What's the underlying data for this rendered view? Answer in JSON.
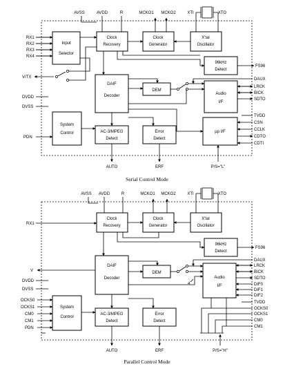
{
  "serial": {
    "caption": "Serial Control Mode",
    "top_pins": {
      "avss": "AVSS",
      "avdd": "AVDD",
      "r": "R",
      "mcko1": "MCKO1",
      "mcko2": "MCKO2",
      "xti": "XTI",
      "xto": "XTO"
    },
    "left_pins": {
      "rx1": "RX1",
      "rx2": "RX2",
      "rx3": "RX3",
      "rx4": "RX4",
      "vtx": "V/TX",
      "dvdd": "DVDD",
      "dvss": "DVSS",
      "pdn": "PDN"
    },
    "right_pins": {
      "fs96": "FS96",
      "daux": "DAUX",
      "lrck": "LRCK",
      "bick": "BICK",
      "sdto": "SDTO",
      "tvdd": "TVDD",
      "csn": "CSN",
      "cclk": "CCLK",
      "cdto": "CDTO",
      "cdti": "CDTI"
    },
    "bottom_pins": {
      "auto": "AUTO",
      "erf": "ERF",
      "ps": "P/S=\"L\""
    },
    "blocks": {
      "input_selector": [
        "Input",
        "Selector"
      ],
      "clock_recovery": [
        "Clock",
        "Recovery"
      ],
      "clock_generator": [
        "Clock",
        "Generator"
      ],
      "xtal_oscillator": [
        "X'tal",
        "Oscillator"
      ],
      "detect96": [
        "96kHz",
        "Detect"
      ],
      "daif_decoder": [
        "DAIF",
        "Decoder"
      ],
      "dem": "DEM",
      "audio_if": [
        "Audio",
        "I/F"
      ],
      "system_control": [
        "System",
        "Control"
      ],
      "ac3_detect": [
        "AC-3/MPEG",
        "Detect"
      ],
      "error_detect": [
        "Error",
        "Detect"
      ],
      "up_if": "µp I/F"
    }
  },
  "parallel": {
    "caption": "Parallel Control Mode",
    "top_pins": {
      "avss": "AVSS",
      "avdd": "AVDD",
      "r": "R",
      "mcko1": "MCKO1",
      "mcko2": "MCKO2",
      "xti": "XTI",
      "xto": "XTO"
    },
    "left_pins": {
      "rx1": "RX1",
      "v": "V",
      "dvdd": "DVDD",
      "dvss": "DVSS",
      "ocks0": "OCKS0",
      "ocks1": "OCKS1",
      "cm0": "CM0",
      "cm1": "CM1",
      "pdn": "PDN"
    },
    "right_pins": {
      "fs96": "FS96",
      "daux": "DAUX",
      "lrck": "LRCK",
      "bick": "BICK",
      "sdto": "SDTO",
      "dif0": "DIF0",
      "dif1": "DIF1",
      "dif2": "DIF2",
      "tvdd": "TVDD",
      "ocks0": "OCKS0",
      "ocks1": "OCKS1",
      "cm0": "CM0",
      "cm1": "CM1"
    },
    "bus_width": "4",
    "bottom_pins": {
      "auto": "AUTO",
      "erf": "ERF",
      "ps": "P/S=\"H\""
    },
    "blocks": {
      "clock_recovery": [
        "Clock",
        "Recovery"
      ],
      "clock_generator": [
        "Clock",
        "Generator"
      ],
      "xtal_oscillator": [
        "X'tal",
        "Oscillator"
      ],
      "detect96": [
        "96kHz",
        "Detect"
      ],
      "daif_decoder": [
        "DAIF",
        "Decoder"
      ],
      "dem": "DEM",
      "audio_if": [
        "Audio",
        "I/F"
      ],
      "system_control": [
        "System",
        "Control"
      ],
      "ac3_detect": [
        "AC-3/MPEG",
        "Detect"
      ],
      "error_detect": [
        "Error",
        "Detect"
      ]
    }
  }
}
